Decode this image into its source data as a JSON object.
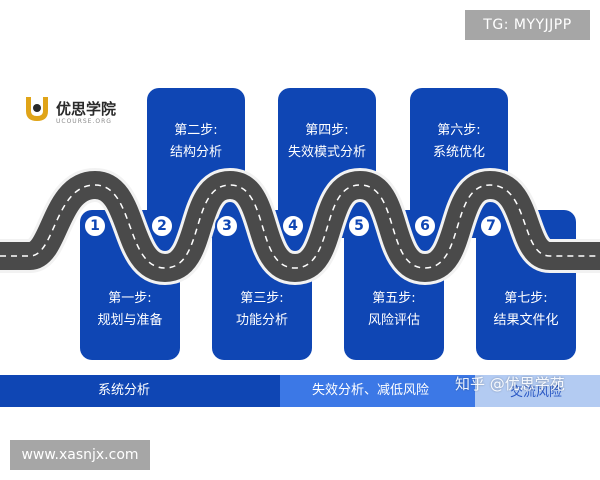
{
  "corner_badge": "TG: MYYJJPP",
  "logo": {
    "name": "优思学院",
    "sub": "UCOURSE.ORG"
  },
  "steps": [
    {
      "number": "1",
      "title": "第一步:",
      "desc": "规划与准备"
    },
    {
      "number": "2",
      "title": "第二步:",
      "desc": "结构分析"
    },
    {
      "number": "3",
      "title": "第三步:",
      "desc": "功能分析"
    },
    {
      "number": "4",
      "title": "第四步:",
      "desc": "失效模式分析"
    },
    {
      "number": "5",
      "title": "第五步:",
      "desc": "风险评估"
    },
    {
      "number": "6",
      "title": "第六步:",
      "desc": "系统优化"
    },
    {
      "number": "7",
      "title": "第七步:",
      "desc": "结果文件化"
    }
  ],
  "phases": [
    {
      "label": "系统分析"
    },
    {
      "label": "失效分析、减低风险"
    },
    {
      "label": "交流风险"
    }
  ],
  "watermark": "知乎 @优思学苑",
  "footer_url": "www.xasnjx.com",
  "colors": {
    "card_blue": "#0f46b4",
    "mid_blue": "#3c78e6",
    "light_blue": "#b3cbf2",
    "road": "#4a4a4a"
  }
}
